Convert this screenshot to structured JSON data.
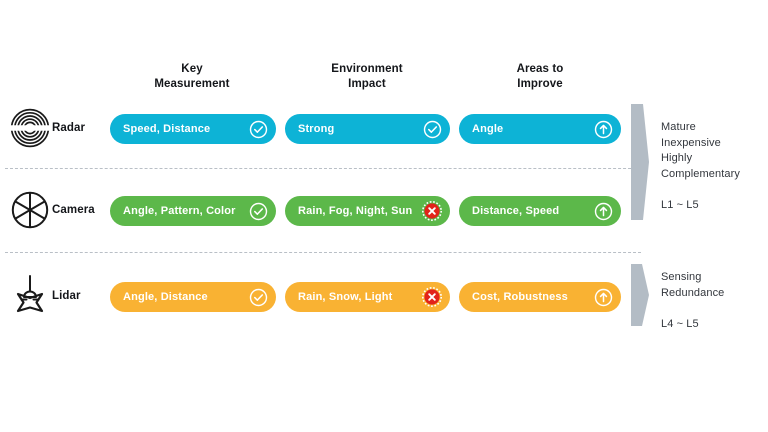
{
  "columns": [
    {
      "id": "key-measurement",
      "label": "Key\nMeasurement"
    },
    {
      "id": "environment-impact",
      "label": "Environment\nImpact"
    },
    {
      "id": "areas-to-improve",
      "label": "Areas to\nImprove"
    }
  ],
  "colors": {
    "radar": "#0db3d6",
    "camera": "#5cb84a",
    "lidar": "#f9b233",
    "badge_negative": "#e2231a",
    "divider": "#b9bfc6",
    "arrow": "#b3bcc5",
    "text": "#14161a"
  },
  "rows": [
    {
      "id": "radar",
      "label": "Radar",
      "icon": "radar-waves-icon",
      "color": "#0db3d6",
      "cells": [
        {
          "text": "Speed, Distance",
          "badge": "check-circle-icon"
        },
        {
          "text": "Strong",
          "badge": "check-circle-icon"
        },
        {
          "text": "Angle",
          "badge": "arrow-up-circle-icon"
        }
      ]
    },
    {
      "id": "camera",
      "label": "Camera",
      "icon": "camera-aperture-icon",
      "color": "#5cb84a",
      "cells": [
        {
          "text": "Angle, Pattern, Color",
          "badge": "check-circle-icon"
        },
        {
          "text": "Rain, Fog, Night, Sun",
          "badge": "x-circle-icon"
        },
        {
          "text": "Distance, Speed",
          "badge": "arrow-up-circle-icon"
        }
      ]
    },
    {
      "id": "lidar",
      "label": "Lidar",
      "icon": "lidar-beam-icon",
      "color": "#f9b233",
      "cells": [
        {
          "text": "Angle, Distance",
          "badge": "check-circle-icon"
        },
        {
          "text": "Rain, Snow, Light",
          "badge": "x-circle-icon"
        },
        {
          "text": "Cost, Robustness",
          "badge": "arrow-up-circle-icon"
        }
      ]
    }
  ],
  "callouts": [
    {
      "id": "mature-inexpensive",
      "text": "Mature\nInexpensive\nHighly\nComplementary\n\nL1 ~ L5"
    },
    {
      "id": "sensing-redundancy",
      "text": "Sensing\nRedundance\n\nL4 ~ L5"
    }
  ]
}
